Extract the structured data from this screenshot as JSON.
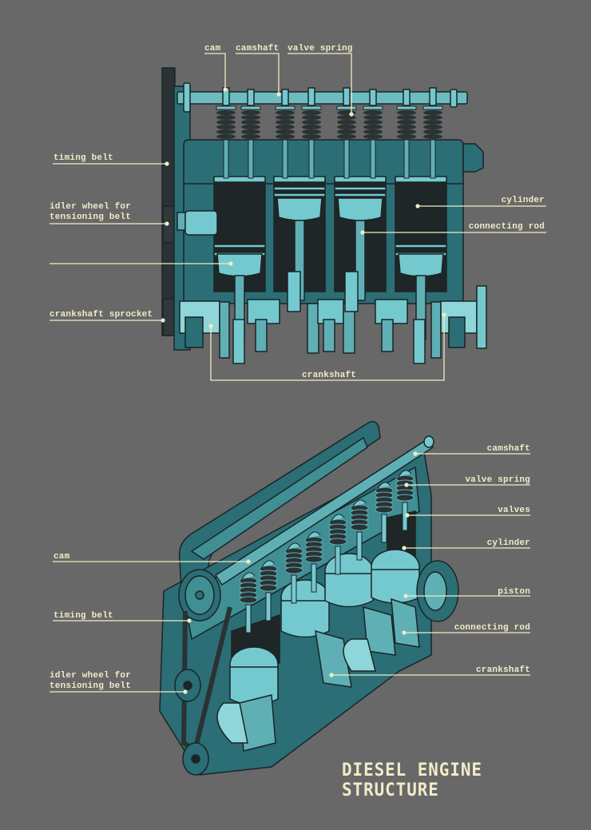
{
  "title": "DIESEL ENGINE STRUCTURE",
  "colors": {
    "background": "#686868",
    "label": "#f1ebc8",
    "block_dark": "#2b6e75",
    "block_mid": "#3f8f95",
    "part_light": "#74c9cf",
    "part_pale": "#8fd6da",
    "cavity": "#1f2628",
    "belt": "#2a3234"
  },
  "front_view": {
    "labels": {
      "cam": "cam",
      "camshaft": "camshaft",
      "valve_spring": "valve spring",
      "timing_belt": "timing belt",
      "idler_wheel": "idler wheel for\ntensioning belt",
      "idler_wheel_line1": "idler wheel for",
      "idler_wheel_line2": "tensioning belt",
      "piston": "",
      "crankshaft_sprocket": "crankshaft sprocket",
      "cylinder": "cylinder",
      "connecting_rod": "connecting rod",
      "crankshaft": "crankshaft"
    }
  },
  "isometric_view": {
    "labels": {
      "camshaft": "camshaft",
      "valve_spring": "valve spring",
      "valves": "valves",
      "cylinder": "cylinder",
      "piston": "piston",
      "connecting_rod": "connecting rod",
      "crankshaft": "crankshaft",
      "cam": "cam",
      "timing_belt": "timing belt",
      "idler_wheel_line1": "idler wheel for",
      "idler_wheel_line2": "tensioning belt"
    }
  }
}
